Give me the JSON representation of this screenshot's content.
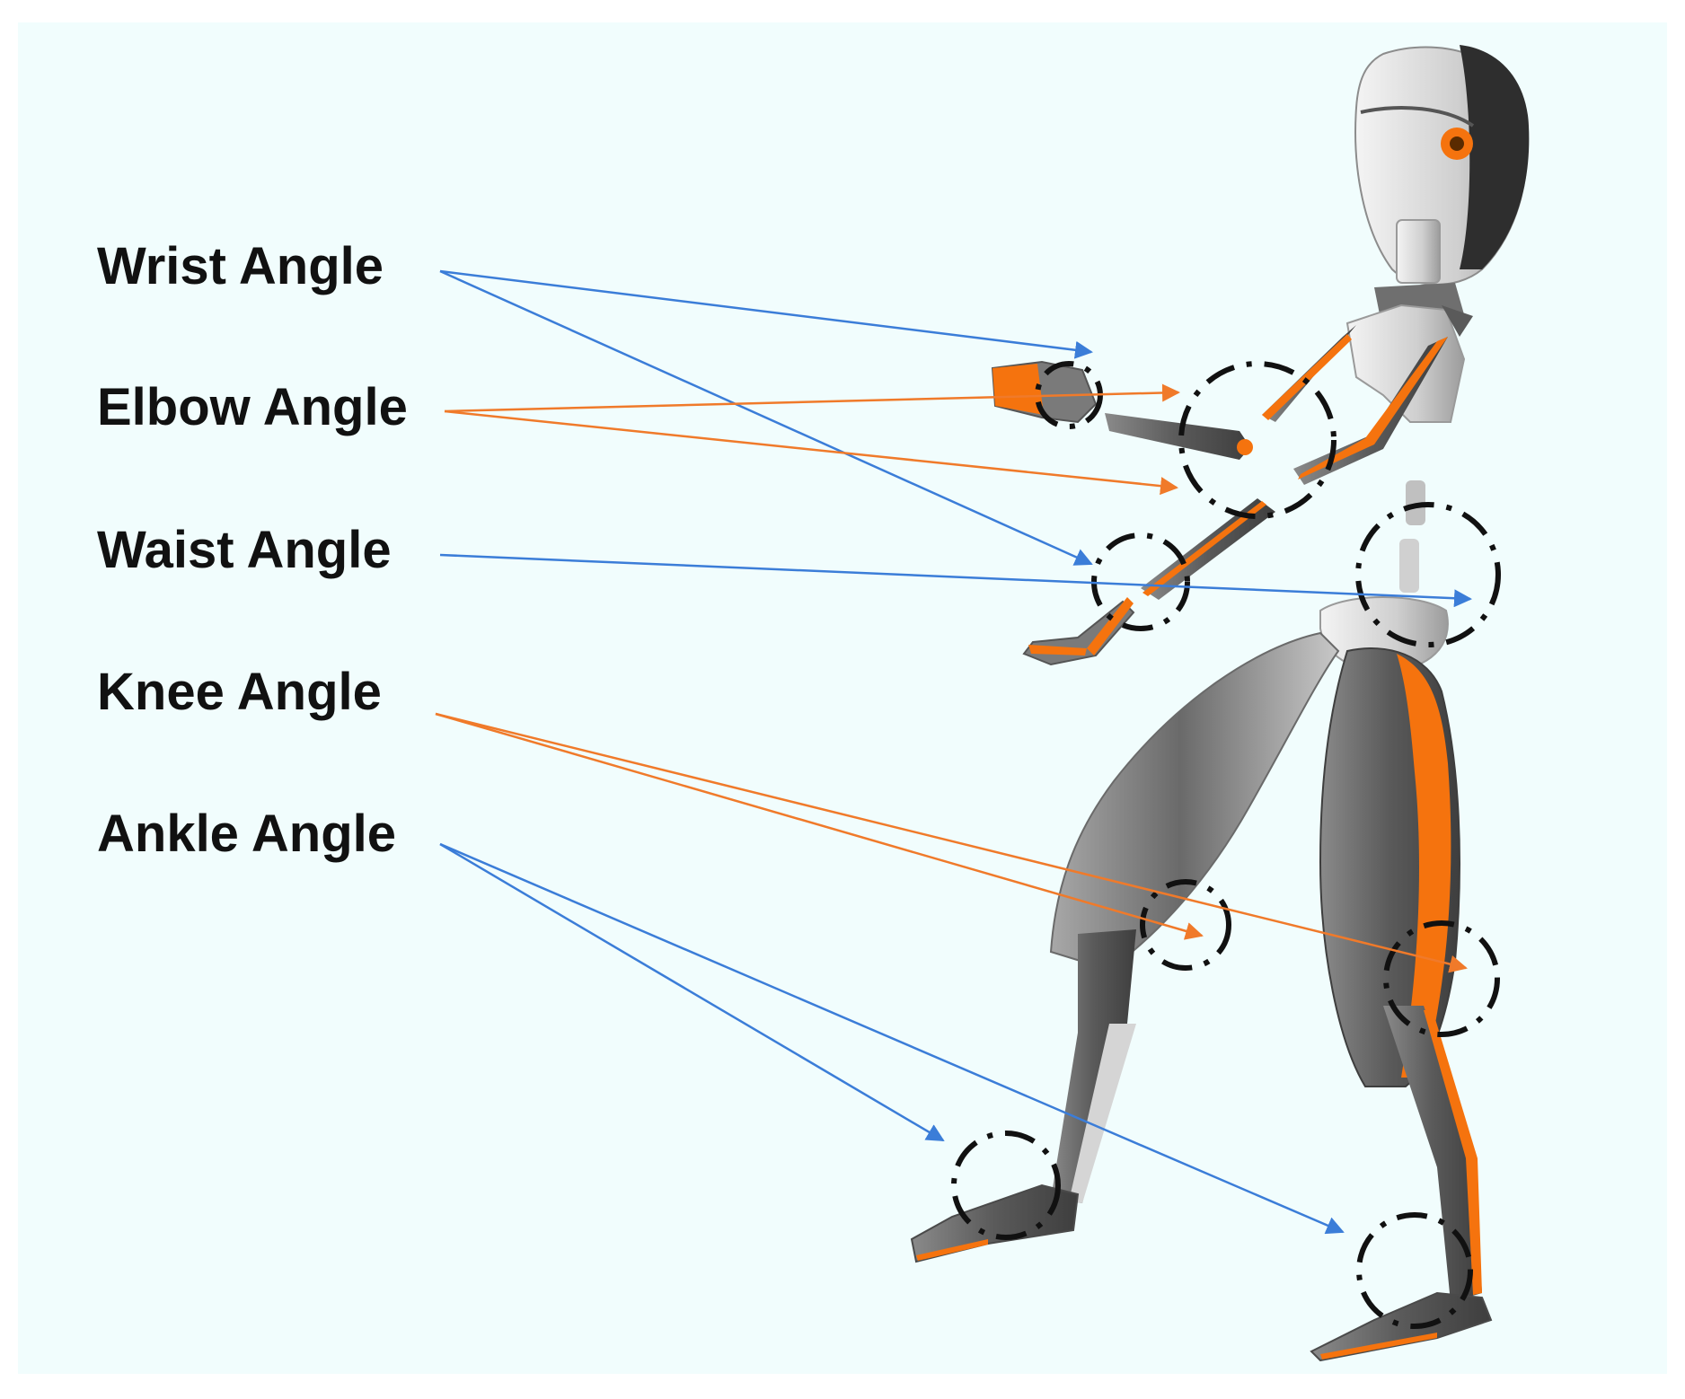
{
  "colors": {
    "background": "#f1fdfd",
    "blue_arrow": "#3b7dd8",
    "orange_arrow": "#f07a2a",
    "accent_orange": "#f5730e",
    "body_dark": "#5c5c5c",
    "body_light": "#cfcfcf",
    "marker_ring": "#111111"
  },
  "labels": {
    "wrist": "Wrist Angle",
    "elbow": "Elbow Angle",
    "waist": "Waist Angle",
    "knee": "Knee Angle",
    "ankle": "Ankle Angle"
  }
}
